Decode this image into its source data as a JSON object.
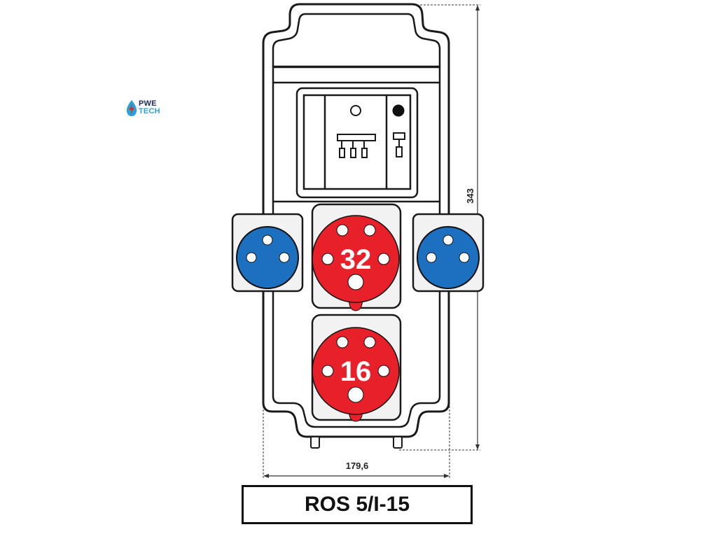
{
  "brand": {
    "line1": "PWE",
    "line2": "TECH"
  },
  "dimensions": {
    "height": "343",
    "width": "179,6"
  },
  "sockets": {
    "red_top_rating": "32",
    "red_bottom_rating": "16"
  },
  "model": "ROS 5/I-15",
  "colors": {
    "red_socket": "#e8202a",
    "blue_socket": "#1d6fc0",
    "outline": "#1a1a1a",
    "socket_frame": "#f2f2f2"
  }
}
